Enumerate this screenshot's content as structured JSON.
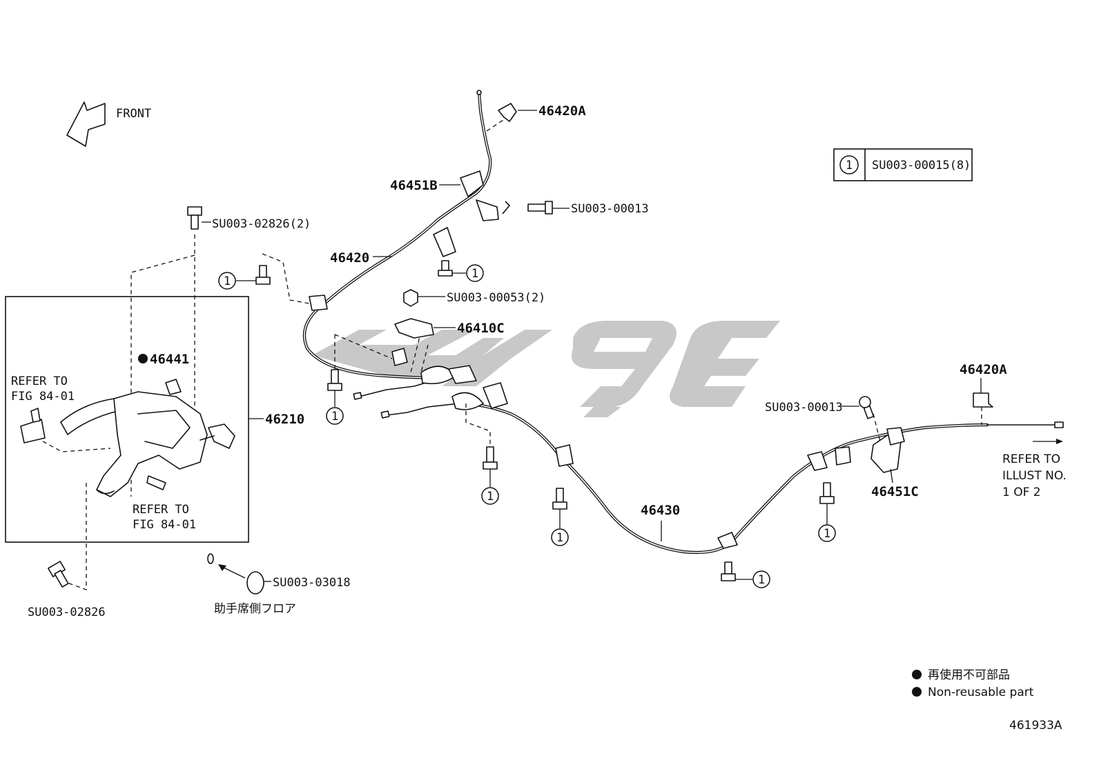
{
  "front_label": "FRONT",
  "legend_box": {
    "circle_number": "1",
    "part_text": "SU003-00015(8)"
  },
  "parts": {
    "p46420A_top": "46420A",
    "p46451B": "46451B",
    "su_00013_top": "SU003-00013",
    "su_02826_2": "SU003-02826(2)",
    "p46420": "46420",
    "su_00053_2": "SU003-00053(2)",
    "p46410C": "46410C",
    "p46441": "46441",
    "p46210": "46210",
    "p46420A_right": "46420A",
    "su_00013_right": "SU003-00013",
    "p46451C": "46451C",
    "p46430": "46430",
    "su_03018": "SU003-03018",
    "su_02826": "SU003-02826"
  },
  "refer_fig": {
    "line1": "REFER TO",
    "line2": "FIG 84-01"
  },
  "refer_illust": {
    "line1": "REFER TO",
    "line2": "ILLUST NO.",
    "line3": "1 OF 2"
  },
  "jp_floor_note": "助手席側フロア",
  "circle_ref": "1",
  "legend_nonreusable": {
    "jp": "再使用不可部品",
    "en": "Non-reusable part"
  },
  "illustration_code": "461933A"
}
